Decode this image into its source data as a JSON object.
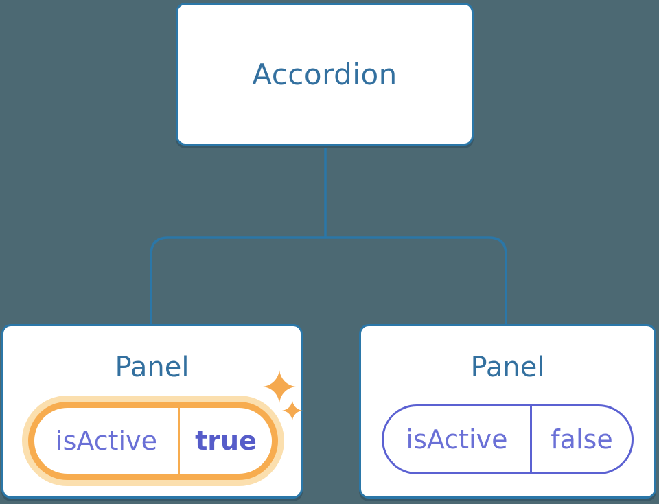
{
  "tree": {
    "root": {
      "label": "Accordion"
    },
    "children": [
      {
        "title": "Panel",
        "state_key": "isActive",
        "state_value": "true",
        "active": true,
        "highlight": "sparkles"
      },
      {
        "title": "Panel",
        "state_key": "isActive",
        "state_value": "false",
        "active": false
      }
    ]
  },
  "colors": {
    "background": "#4C6973",
    "node_fill": "#FFFFFF",
    "node_border": "#2B77A8",
    "node_shadow": "#3A5866",
    "connector": "#2B77A8",
    "title_text": "#33709F",
    "state_text": "#6A70D6",
    "state_value_active_text": "#565CC9",
    "active_ring": "#F7AC4F",
    "active_glow": "#FBDFAE",
    "inactive_border": "#5B61D2",
    "sparkle": "#F5A94F"
  }
}
